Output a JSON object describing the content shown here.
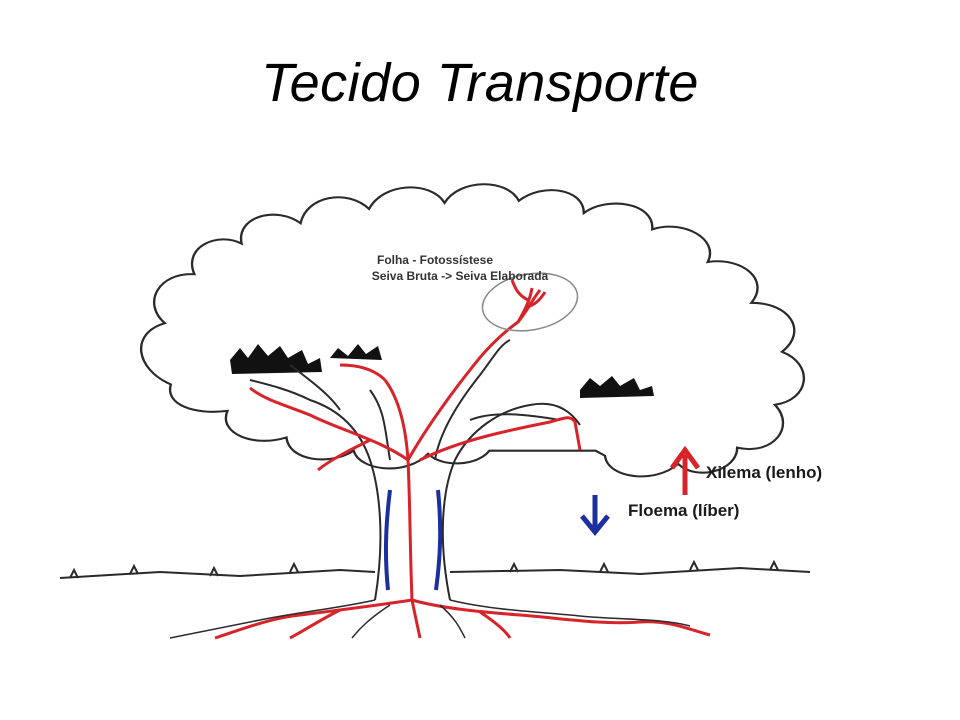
{
  "slide": {
    "title": "Tecido Transporte"
  },
  "diagram": {
    "leaf_caption_line1": "Folha - Fotossístese",
    "leaf_caption_line2": "Seiva Bruta -> Seiva Elaborada",
    "legend": [
      {
        "label": "Xilema (lenho)",
        "direction": "up",
        "color": "#d8232a"
      },
      {
        "label": "Floema (líber)",
        "direction": "down",
        "color": "#1c2f9e"
      }
    ]
  },
  "colors": {
    "xylem": "#d8232a",
    "phloem": "#1c2f9e",
    "outline": "#2a2a2a"
  }
}
